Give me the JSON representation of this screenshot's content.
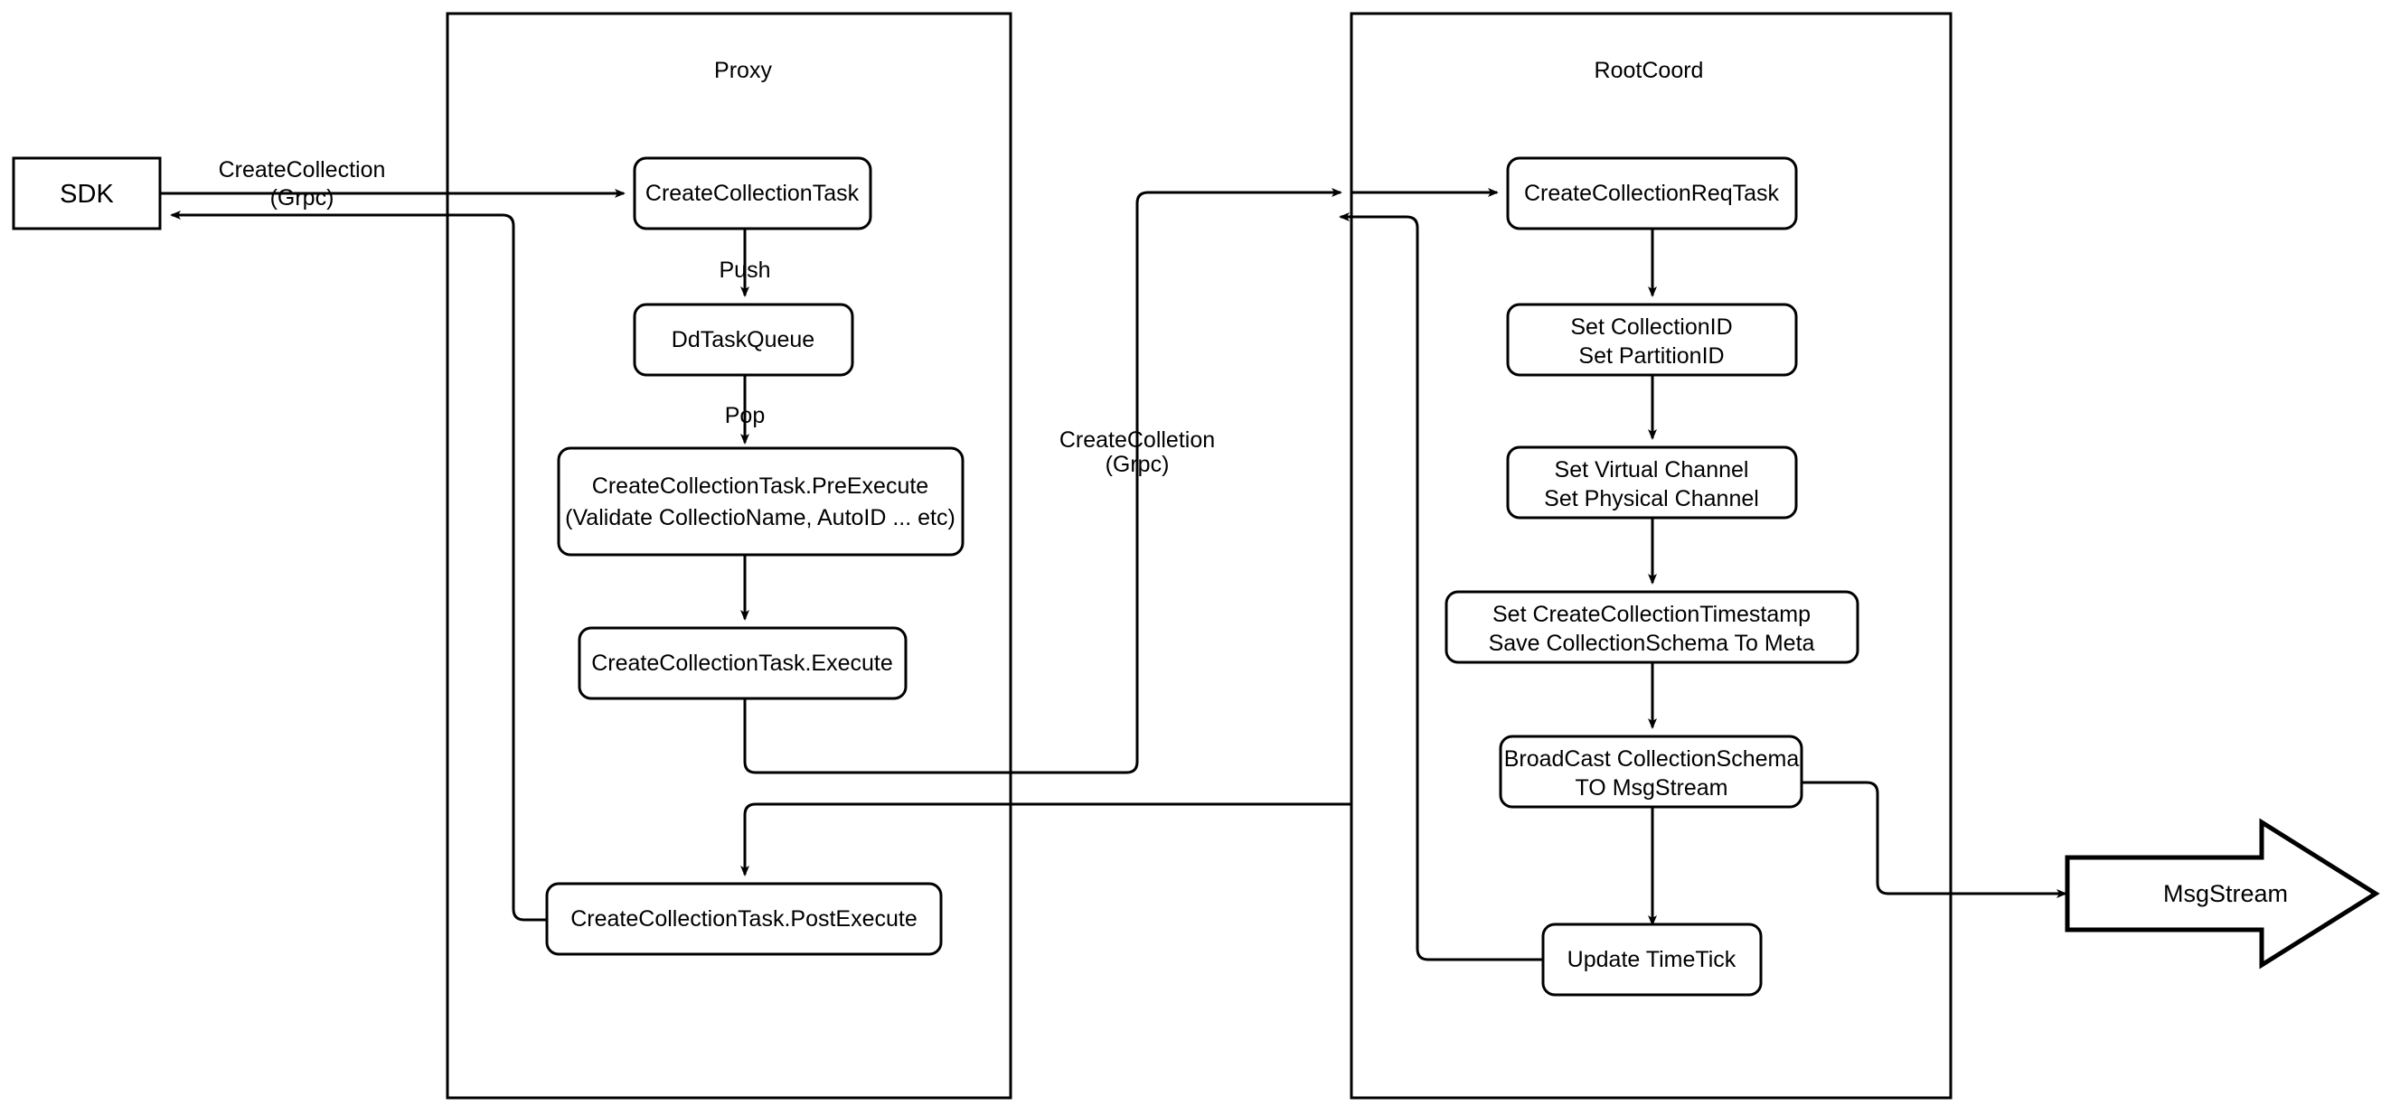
{
  "diagram": {
    "title": "CreateCollection flow",
    "background_color": "#ffffff",
    "stroke_color": "#000000"
  },
  "containers": [
    {
      "id": "proxy",
      "title": "Proxy"
    },
    {
      "id": "rootcoord",
      "title": "RootCoord"
    }
  ],
  "external_nodes": {
    "sdk": {
      "label": "SDK",
      "shape": "rectangle"
    },
    "msgstream": {
      "label": "MsgStream",
      "shape": "block-arrow"
    }
  },
  "proxy_nodes": [
    {
      "id": "create-collection-task",
      "label": "CreateCollectionTask"
    },
    {
      "id": "dd-task-queue",
      "label": "DdTaskQueue"
    },
    {
      "id": "pre-execute",
      "label_line1": "CreateCollectionTask.PreExecute",
      "label_line2": "(Validate CollectioName, AutoID ... etc)"
    },
    {
      "id": "execute",
      "label": "CreateCollectionTask.Execute"
    },
    {
      "id": "post-execute",
      "label": "CreateCollectionTask.PostExecute"
    }
  ],
  "rootcoord_nodes": [
    {
      "id": "create-collection-req-task",
      "label": "CreateCollectionReqTask"
    },
    {
      "id": "set-ids",
      "label_line1": "Set CollectionID",
      "label_line2": "Set PartitionID"
    },
    {
      "id": "set-channels",
      "label_line1": "Set Virtual Channel",
      "label_line2": "Set Physical Channel"
    },
    {
      "id": "set-timestamp",
      "label_line1": "Set CreateCollectionTimestamp",
      "label_line2": "Save CollectionSchema To Meta"
    },
    {
      "id": "broadcast",
      "label_line1": "BroadCast CollectionSchema",
      "label_line2": "TO MsgStream"
    },
    {
      "id": "update-timetick",
      "label": "Update TimeTick"
    }
  ],
  "edge_labels": [
    {
      "id": "sdk-to-proxy",
      "line1": "CreateCollection",
      "line2": "(Grpc)"
    },
    {
      "id": "proxy-to-rootcoord",
      "line1": "CreateColletion",
      "line2": "(Grpc)"
    },
    {
      "id": "push",
      "line1": "Push"
    },
    {
      "id": "pop",
      "line1": "Pop"
    }
  ]
}
